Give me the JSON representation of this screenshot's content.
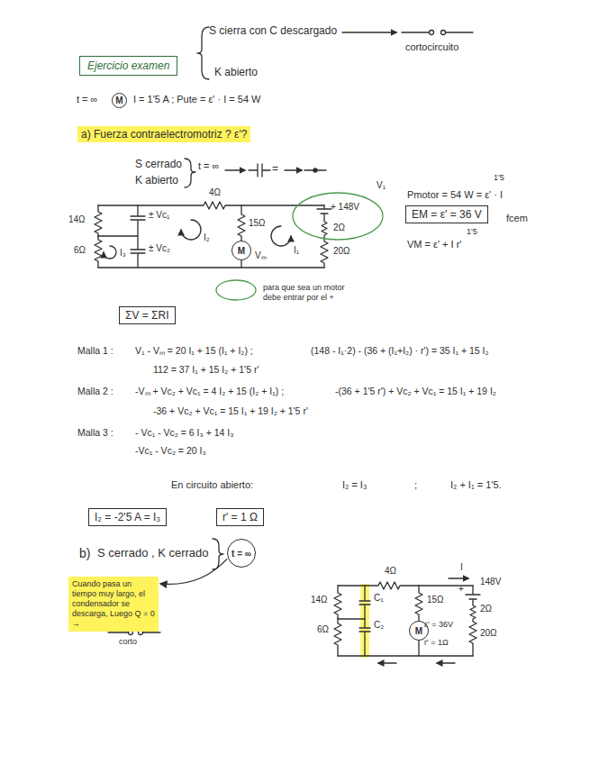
{
  "diagram": {
    "nodes": [
      {
        "text": [
          "Ejercicio examen"
        ]
      },
      {
        "text": [
          "M"
        ]
      },
      {
        "text": [
          "a) Fuerza contraelectromotriz ? ε'?"
        ]
      },
      {
        "text": [
          "M"
        ]
      },
      {
        "text": [
          "EM = ε' = 36 V"
        ]
      },
      {
        "text": [
          "ΣV = ΣRI"
        ]
      },
      {
        "text": [
          "I₂ = -2'5 A = I₃"
        ]
      },
      {
        "text": [
          "r' = 1 Ω"
        ]
      },
      {
        "text": [
          "t = ∞"
        ]
      },
      {
        "text": [
          "Cuando pasa un tiempo muy largo, el condensador se descarga, Luego Q = 0 →"
        ]
      },
      {
        "text": [
          "M"
        ]
      }
    ],
    "edges": [
      {
        "from": 8,
        "to": 9,
        "arrow": "to"
      }
    ],
    "labels": [
      "S cierra con C descargado",
      "cortocircuito",
      "K abierto",
      "t = ∞",
      "I = 1'5 A ;  Pute = ε' · I = 54 W",
      "S cerrado",
      "K abierto",
      "t = ∞",
      "=",
      "4Ω",
      "14Ω",
      "6Ω",
      "± Vc₁",
      "± Vc₂",
      "15Ω",
      "Vₘ",
      "+ 148V",
      "V₁",
      "2Ω",
      "20Ω",
      "I₃",
      "I₂",
      "I₁",
      "para que sea un motor debe entrar por el +",
      "1'5",
      "Pmotor = 54 W = ε' · I",
      "fcem",
      "1'5",
      "VM = ε' + I r'",
      "Malla 1 :",
      "V₁ - Vₘ = 20 I₁ + 15 (I₁ + I₂) ;",
      "(148 - I₁·2) - (36 + (I₁+I₂) · r') = 35 I₁ + 15 I₂",
      "112 = 37 I₁ + 15 I₂ + 1'5 r'",
      "Malla 2 :",
      "-Vₘ + Vc₂ + Vc₁ = 4 I₂ + 15 (I₂ + I₁) ;",
      "-(36 + 1'5 r') + Vc₂ + Vc₁ = 15 I₁ + 19 I₂",
      "-36 + Vc₂ + Vc₁ = 15 I₁ + 19 I₂ + 1'5 r'",
      "Malla 3 :",
      "- Vc₁ - Vc₂ = 6 I₃ + 14 I₃",
      "-Vc₁ - Vc₂ = 20 I₃",
      "En circuito abierto:",
      "I₂ = I₃",
      ";",
      "I₂ + I₁ = 1'5.",
      "b)",
      "S cerrado , K cerrado",
      "corto",
      "4Ω",
      "14Ω",
      "6Ω",
      "C₁",
      "C₂",
      "15Ω",
      "ε' = 36V",
      "r' = 1Ω",
      "I",
      "+",
      "148V",
      "2Ω",
      "20Ω"
    ]
  }
}
